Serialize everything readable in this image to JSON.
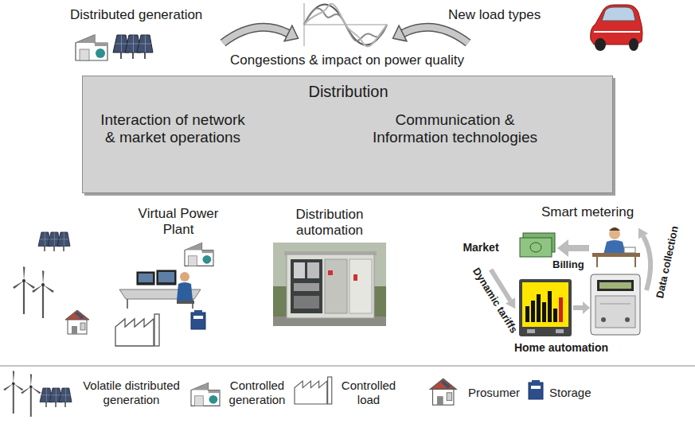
{
  "diagram": {
    "nodes": [
      {
        "text": [
          "Distribution",
          "Interaction of network & market operations",
          "Communication & Information technologies"
        ]
      },
      {
        "text": [
          "Virtual Power Plant"
        ]
      },
      {
        "text": [
          "Distribution automation"
        ]
      },
      {
        "text": [
          "Smart metering"
        ]
      },
      {
        "text": [
          "Market"
        ],
        "in": 3
      }
    ],
    "labels": [
      "Distributed generation",
      "New load types",
      "Congestions & impact on power quality",
      "Billing",
      "Dynamic tariffs",
      "Data collection",
      "Home automation"
    ],
    "legend": [
      {
        "text": "Volatile distributed generation"
      },
      {
        "text": "Controlled generation"
      },
      {
        "text": "Controlled load"
      },
      {
        "text": "Prosumer"
      },
      {
        "text": "Storage"
      }
    ]
  }
}
